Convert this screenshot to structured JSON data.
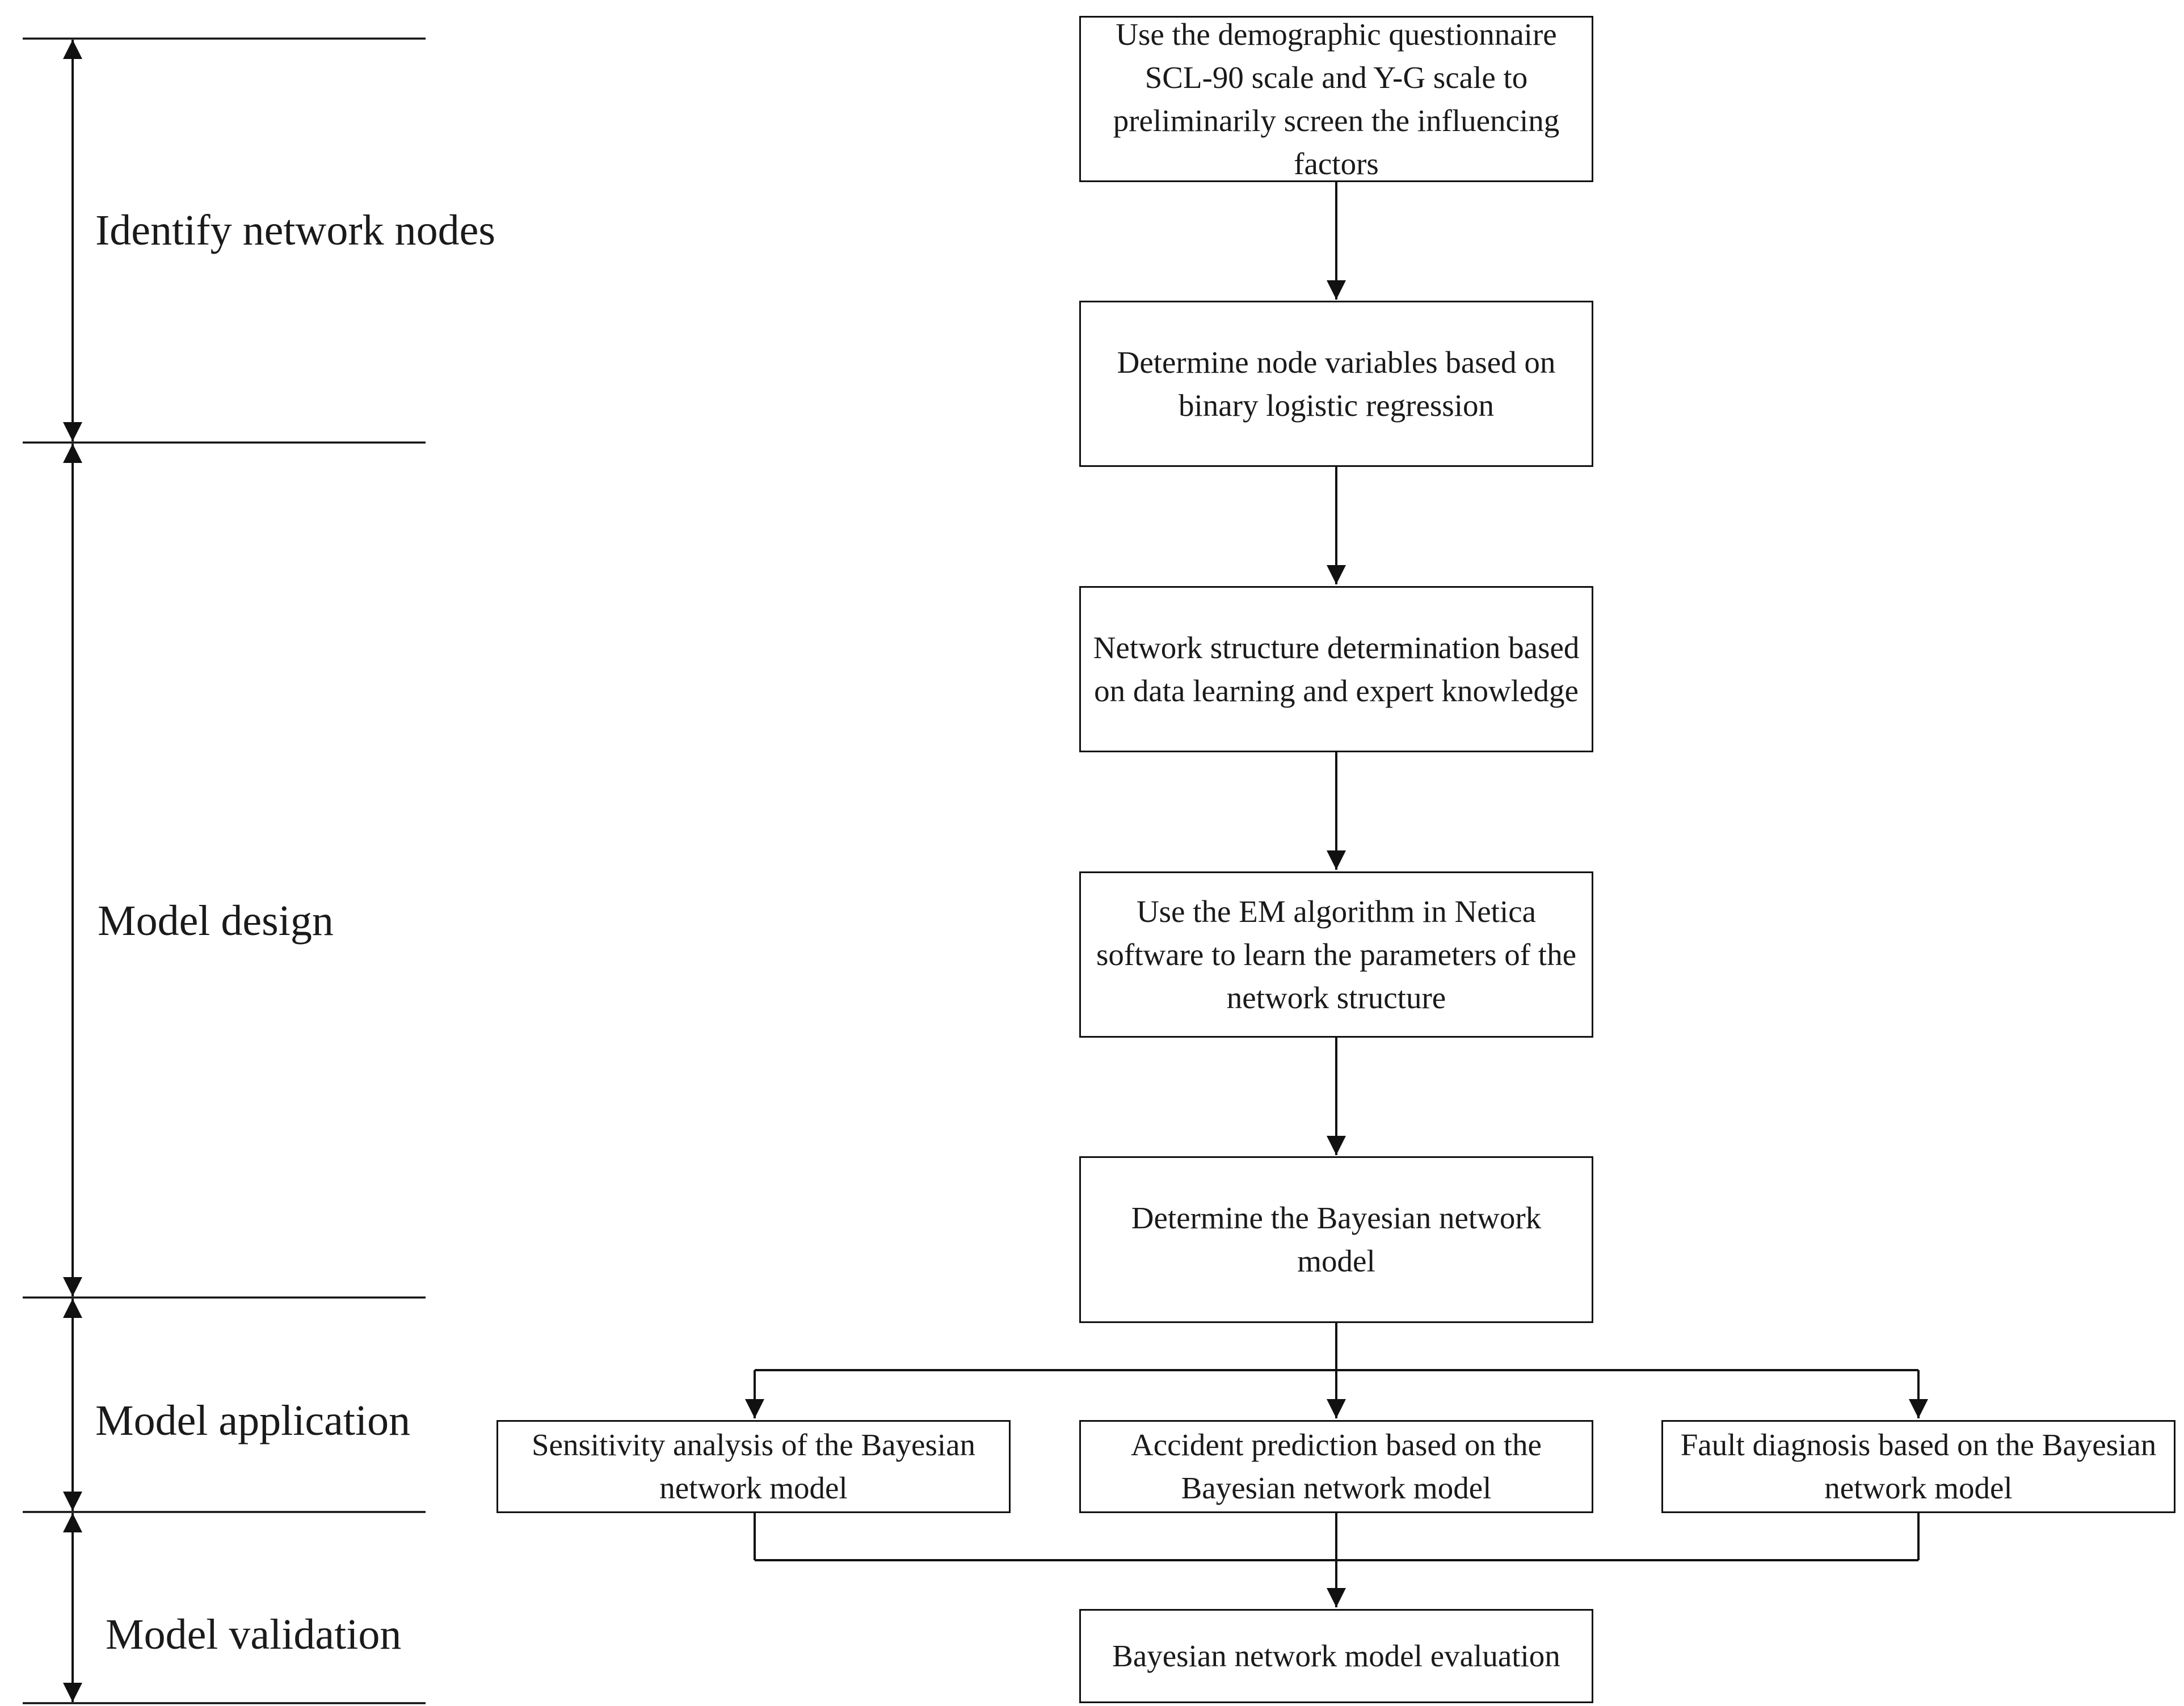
{
  "stages": [
    {
      "id": "identify",
      "label": "Identify network nodes"
    },
    {
      "id": "design",
      "label": "Model design"
    },
    {
      "id": "application",
      "label": "Model application"
    },
    {
      "id": "validation",
      "label": "Model validation"
    }
  ],
  "steps": {
    "screen": "Use the demographic questionnaire SCL-90 scale and Y-G scale to preliminarily screen the influencing factors",
    "node_variables": "Determine node variables based on binary logistic regression",
    "structure": "Network structure determination based on data learning and expert knowledge",
    "parameters": "Use the EM algorithm in Netica software to learn the parameters of the network structure",
    "bn_model": "Determine the Bayesian network model",
    "sensitivity": "Sensitivity analysis of the Bayesian network model",
    "prediction": "Accident prediction based on the Bayesian network model",
    "diagnosis": "Fault diagnosis based on the Bayesian network model",
    "evaluation": "Bayesian network model evaluation"
  }
}
